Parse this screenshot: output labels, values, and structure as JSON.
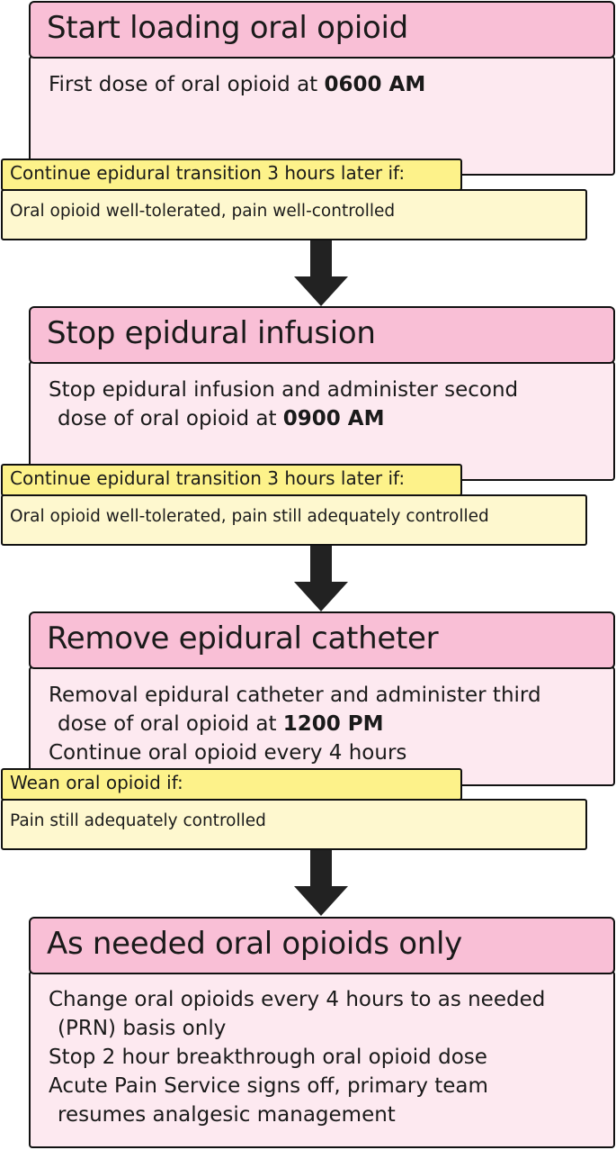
{
  "step1": {
    "title": "Start loading oral opioid",
    "text": "First dose of oral opioid at ",
    "time": "0600 AM"
  },
  "cond1": {
    "title": "Continue epidural transition 3 hours later if:",
    "text": "Oral opioid well-tolerated, pain well-controlled"
  },
  "step2": {
    "title": "Stop epidural infusion",
    "line1": "Stop epidural infusion and administer second",
    "line2": "dose of oral opioid at ",
    "time": "0900 AM"
  },
  "cond2": {
    "title": "Continue epidural transition 3 hours later if:",
    "text": "Oral opioid well-tolerated, pain still adequately controlled"
  },
  "step3": {
    "title": "Remove epidural catheter",
    "line1": "Removal epidural catheter and administer third",
    "line2": "dose of oral opioid at ",
    "time": "1200 PM",
    "line3": "Continue oral opioid every 4 hours"
  },
  "cond3": {
    "title": "Wean oral opioid if:",
    "text": "Pain still adequately controlled"
  },
  "step4": {
    "title": "As needed oral opioids only",
    "line1": "Change oral opioids every 4 hours to as needed",
    "line2": "(PRN) basis only",
    "line3": "Stop 2 hour breakthrough oral opioid dose",
    "line4": "Acute Pain Service signs off, primary team",
    "line5": "resumes analgesic management"
  },
  "colors": {
    "step_header": "#f9bfd6",
    "step_body": "#fde9f0",
    "condition_header": "#fdf28a",
    "condition_body": "#fef8cf",
    "arrow": "#222222"
  }
}
